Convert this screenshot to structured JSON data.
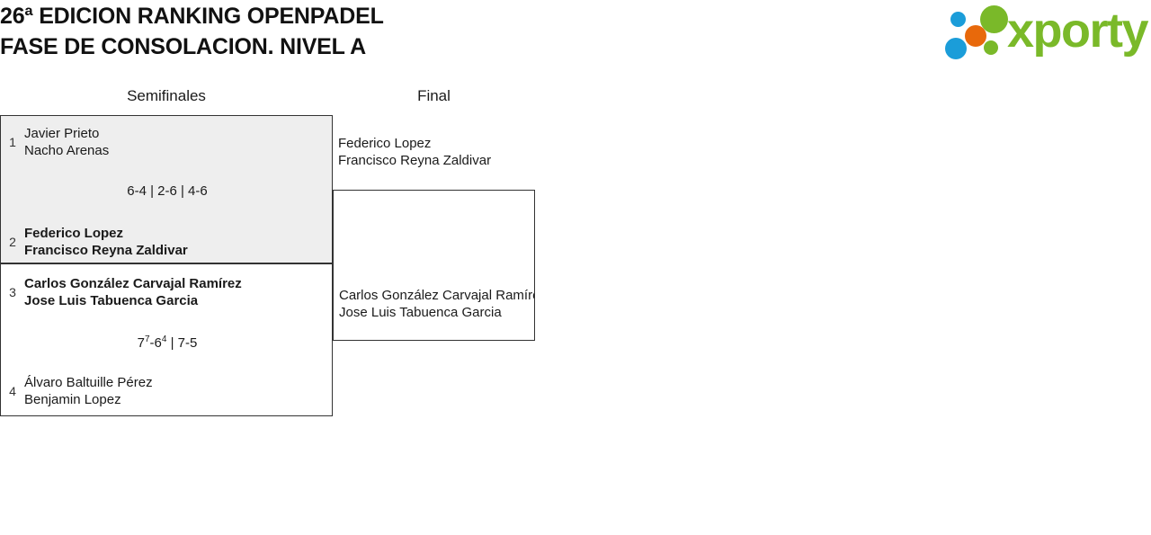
{
  "header": {
    "title_line1": "26ª EDICION RANKING OPENPADEL",
    "title_line2": "FASE DE CONSOLACION. NIVEL A",
    "logo_text": "xporty"
  },
  "bracket": {
    "rounds": [
      {
        "name": "semifinales",
        "label": "Semifinales"
      },
      {
        "name": "final",
        "label": "Final"
      }
    ],
    "semifinals": [
      {
        "match_id": 1,
        "shaded": true,
        "score": "6-4 | 2-6 | 4-6",
        "score_parts": [
          {
            "games": "6-4"
          },
          {
            "games": "2-6"
          },
          {
            "games": "4-6"
          }
        ],
        "teams": [
          {
            "seed": "1",
            "winner": false,
            "player1": "Javier Prieto",
            "player2": "Nacho Arenas"
          },
          {
            "seed": "2",
            "winner": true,
            "player1": "Federico Lopez",
            "player2": "Francisco Reyna Zaldivar"
          }
        ]
      },
      {
        "match_id": 2,
        "shaded": false,
        "score": "7(7)-6(4) | 7-5",
        "score_parts": [
          {
            "games": "7-6",
            "tiebreak_winner": "7",
            "tiebreak_loser": "4"
          },
          {
            "games": "7-5"
          }
        ],
        "teams": [
          {
            "seed": "3",
            "winner": true,
            "player1": "Carlos González Carvajal Ramírez",
            "player2": "Jose Luis Tabuenca Garcia"
          },
          {
            "seed": "4",
            "winner": false,
            "player1": "Álvaro Baltuille Pérez",
            "player2": "Benjamin Lopez"
          }
        ]
      }
    ],
    "final": {
      "teams": [
        {
          "player1": "Federico Lopez",
          "player2": "Francisco Reyna Zaldivar"
        },
        {
          "player1": "Carlos González Carvajal Ramírez",
          "player2": "Jose Luis Tabuenca Garcia"
        }
      ]
    }
  },
  "colors": {
    "logo_green": "#7ab929",
    "logo_blue": "#1b9dd9",
    "logo_orange": "#e8690b",
    "shaded_match_bg": "#eeeeee",
    "border": "#333333",
    "text": "#1a1a1a"
  }
}
